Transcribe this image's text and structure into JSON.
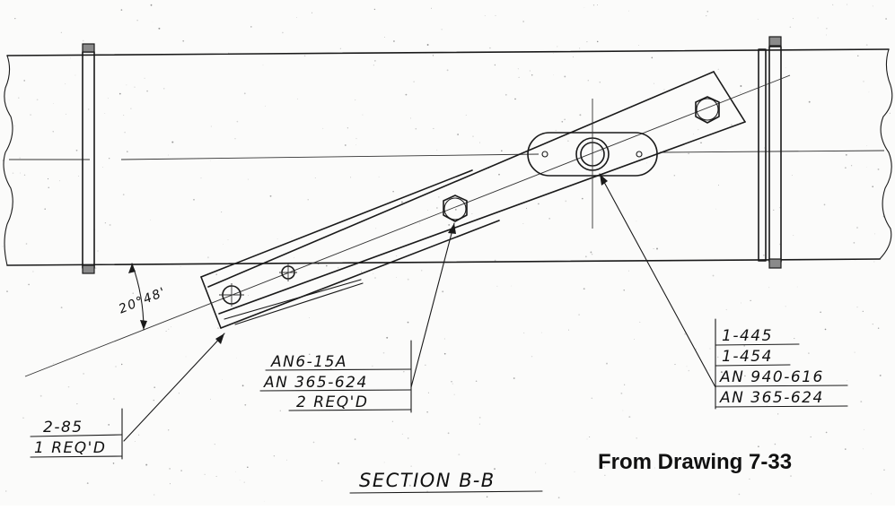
{
  "section_title": "SECTION  B-B",
  "source_caption": "From Drawing 7-33",
  "angle_label": "20°48'",
  "callouts": {
    "lower_left": {
      "lines": [
        "2-85",
        "1 REQ'D"
      ]
    },
    "middle": {
      "lines": [
        "AN6-15A",
        "AN 365-624",
        "2 REQ'D"
      ]
    },
    "right": {
      "lines": [
        "1-445",
        "1-454",
        "AN 940-616",
        "AN 365-624"
      ]
    }
  }
}
